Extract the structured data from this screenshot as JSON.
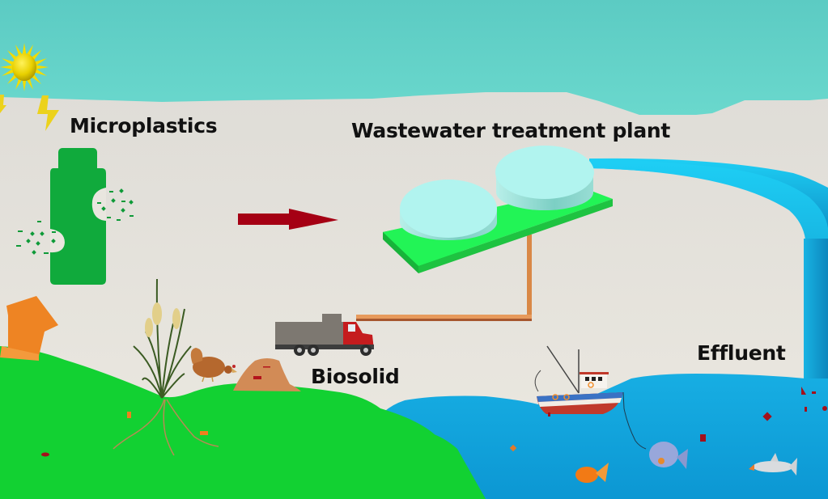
{
  "diagram": {
    "topic": "Microplastics pathway through wastewater treatment",
    "labels": {
      "microplastics": "Microplastics",
      "wastewater_treatment_plant": "Wastewater treatment plant",
      "biosolid": "Biosolid",
      "effluent": "Effluent"
    },
    "elements": [
      {
        "name": "sun-icon",
        "description": "sun (UV degradation)"
      },
      {
        "name": "lightning-icon",
        "description": "lightning bolts"
      },
      {
        "name": "plastic-bottle-icon",
        "description": "green plastic bottle shedding fragments"
      },
      {
        "name": "flow-arrow",
        "description": "red arrow toward treatment plant"
      },
      {
        "name": "treatment-tanks",
        "description": "two circular tanks on green platform"
      },
      {
        "name": "effluent-pipe",
        "description": "blue pipe to water body"
      },
      {
        "name": "sludge-pipe",
        "description": "orange pipe to truck"
      },
      {
        "name": "dump-truck-icon",
        "description": "truck carrying biosolids"
      },
      {
        "name": "biosolid-pile",
        "description": "brown biosolid pile on land"
      },
      {
        "name": "house-icon",
        "description": "orange house"
      },
      {
        "name": "cattail-plant-icon",
        "description": "plant with roots"
      },
      {
        "name": "chicken-icon",
        "description": "hen eating"
      },
      {
        "name": "fishing-boat-icon",
        "description": "boat with line"
      },
      {
        "name": "fish-icon",
        "description": "fish in water"
      }
    ],
    "colors": {
      "sky": "#62d3c8",
      "ground_bg": "#e6e3dc",
      "land": "#12d132",
      "water": "#16a7de",
      "bottle": "#0fa83b",
      "arrow": "#a50014",
      "tank": "#a8ede7",
      "platform": "#1fe84f",
      "effluent_pipe": "#18b4e6",
      "sludge_pipe": "#e08f50",
      "particle_red": "#a3101b",
      "particle_orange": "#ef7f1e"
    }
  }
}
